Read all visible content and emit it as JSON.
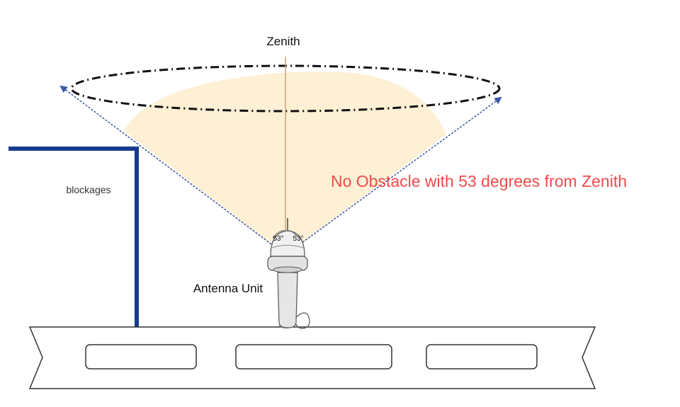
{
  "labels": {
    "zenith": "Zenith",
    "blockages": "blockages",
    "antenna_unit": "Antenna Unit",
    "no_obstacle": "No Obstacle with 53 degrees from Zenith",
    "angle_left": "53°",
    "angle_right": "53°"
  },
  "colors": {
    "cone_fill": "#fdf0d5",
    "zenith_line": "#c8a27a",
    "cone_edge": "#3b5aa8",
    "wall": "#173a8c",
    "highlight_text": "#f04b4b",
    "outline": "#333333"
  }
}
